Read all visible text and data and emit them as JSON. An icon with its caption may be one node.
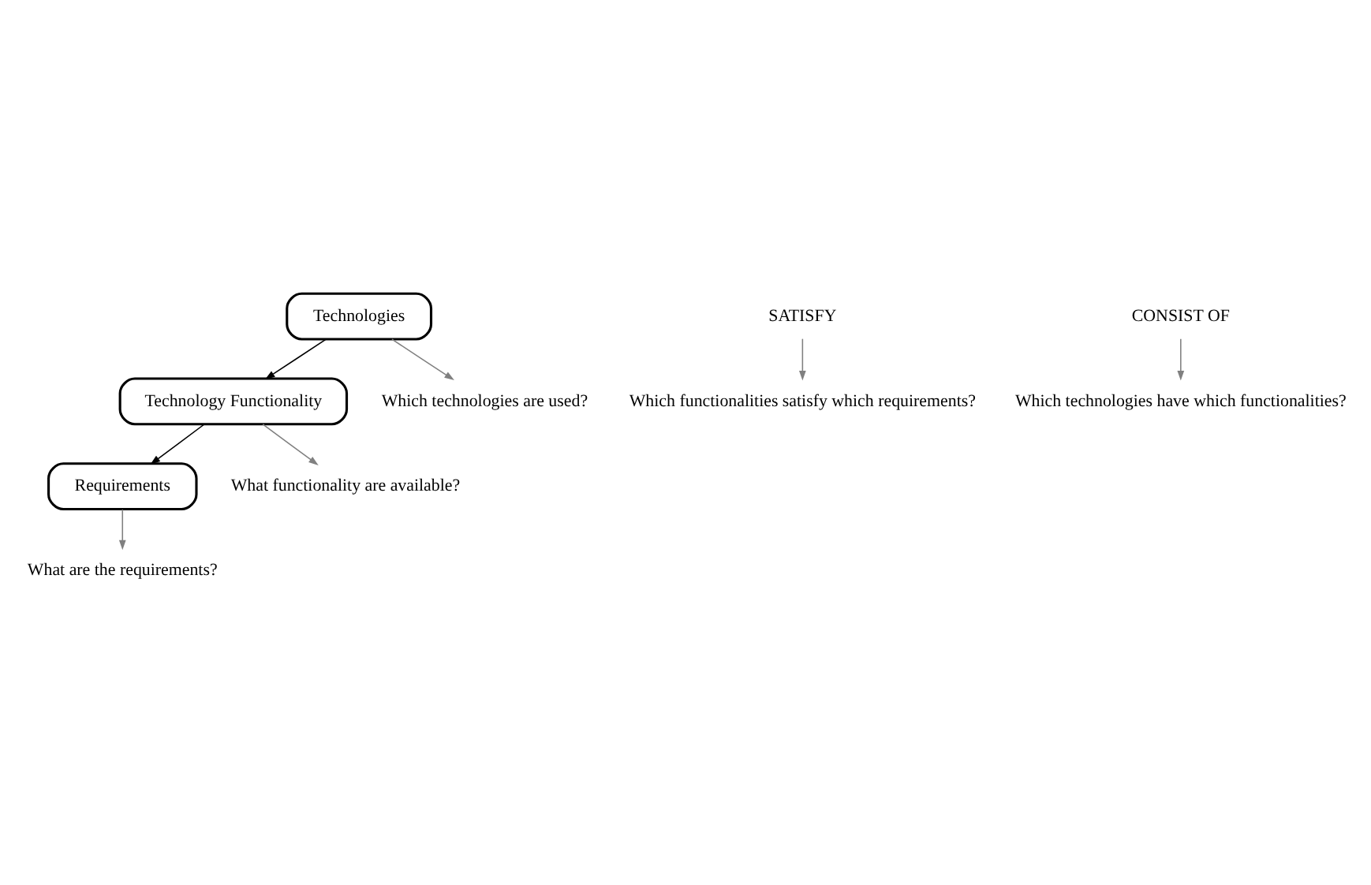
{
  "diagram": {
    "nodes": [
      {
        "text": [
          "Requirements"
        ]
      },
      {
        "text": [
          "Technology Functionality"
        ]
      },
      {
        "text": [
          "Technologies"
        ]
      },
      {
        "text": [
          "SATISFY"
        ]
      },
      {
        "text": [
          "CONSIST OF"
        ]
      },
      {
        "text": [
          "Which technologies are used?"
        ]
      },
      {
        "text": [
          "What functionality are available?"
        ]
      },
      {
        "text": [
          "What are the requirements?"
        ]
      },
      {
        "text": [
          "Which technologies have which functionalities?"
        ]
      },
      {
        "text": [
          "Which functionalities satisfy which requirements?"
        ]
      }
    ],
    "edges": [
      {
        "from": 1,
        "to": 0,
        "arrow": "to",
        "color": "#000000"
      },
      {
        "from": 2,
        "to": 1,
        "arrow": "to",
        "color": "#000000"
      },
      {
        "from": 2,
        "to": 5,
        "arrow": "to"
      },
      {
        "from": 1,
        "to": 6,
        "arrow": "to"
      },
      {
        "from": 0,
        "to": 7,
        "arrow": "to"
      },
      {
        "from": 4,
        "to": 8,
        "arrow": "to"
      },
      {
        "from": 3,
        "to": 9,
        "arrow": "to"
      }
    ]
  }
}
